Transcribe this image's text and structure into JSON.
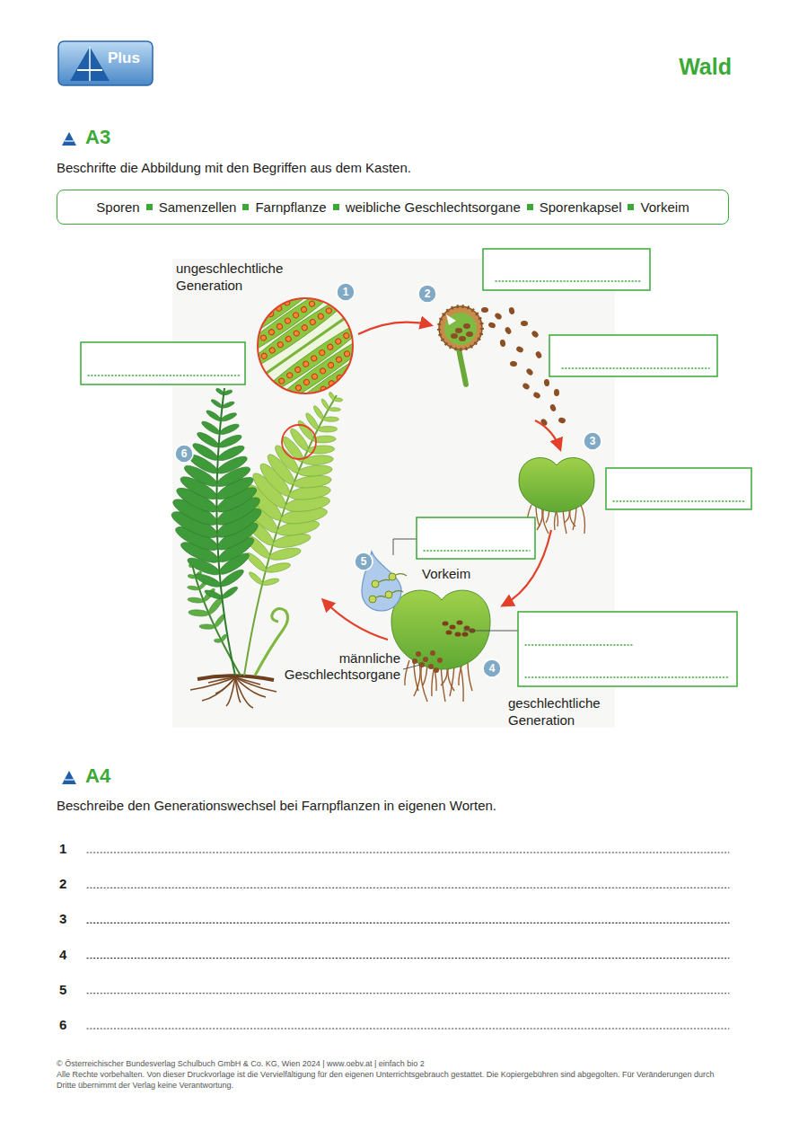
{
  "diagram": {
    "title": "Wald",
    "nodes": [
      {
        "text": [
          "Sporen",
          "Samenzellen",
          "Farnpflanze",
          "weibliche Geschlechtsorgane",
          "Sporenkapsel",
          "Vorkeim"
        ]
      }
    ],
    "labels": [
      "Plus",
      "A3",
      "Beschrifte die Abbildung mit den Begriffen aus dem Kasten.",
      "ungeschlechtliche Generation",
      "1",
      "2",
      "3",
      "6",
      "5",
      "Vorkeim",
      "männliche Geschlechtsorgane",
      "4",
      "geschlechtliche Generation",
      "A4",
      "Beschreibe den Generationswechsel bei Farnpflanzen in eigenen Worten.",
      "1",
      "2",
      "3",
      "4",
      "5",
      "6",
      "© Österreichischer Bundesverlag Schulbuch GmbH & Co. KG, Wien 2024 | www.oebv.at | einfach bio 2",
      "Alle Rechte vorbehalten. Von dieser Druckvorlage ist die Vervielfältigung für den eigenen Unterrichtsgebrauch gestattet. Die Kopiergebühren sind abgegolten. Für Veränderungen durch Dritte übernimmt der Verlag keine Verantwortung."
    ]
  }
}
